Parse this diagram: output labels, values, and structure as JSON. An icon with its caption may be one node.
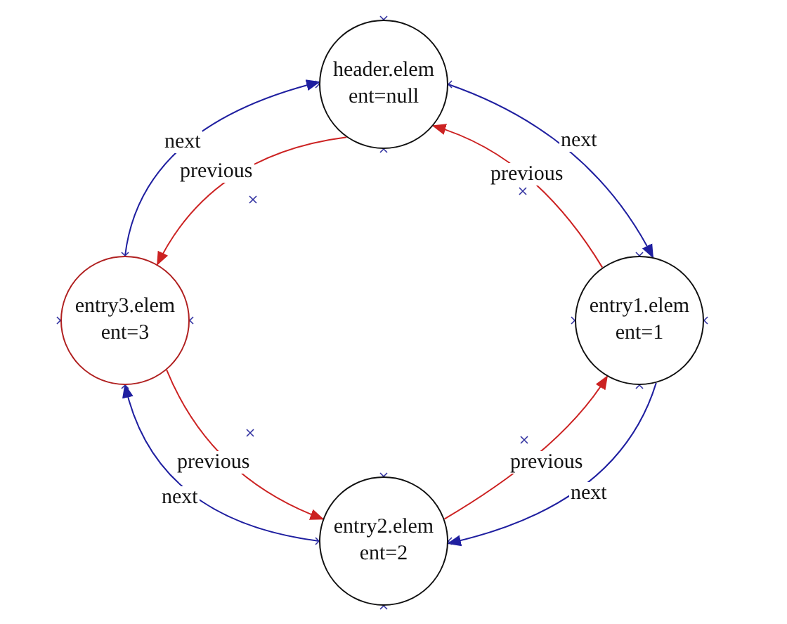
{
  "diagram": {
    "nodes": [
      {
        "text": [
          "header.elem",
          "ent=null"
        ]
      },
      {
        "text": [
          "entry1.elem",
          "ent=1"
        ]
      },
      {
        "text": [
          "entry2.elem",
          "ent=2"
        ]
      },
      {
        "text": [
          "entry3.elem",
          "ent=3"
        ]
      }
    ],
    "edges": [
      {
        "from": 0,
        "to": 1,
        "arrow": "to",
        "label": "next",
        "color": "#1f1fa0"
      },
      {
        "from": 1,
        "to": 0,
        "arrow": "to",
        "label": "previous",
        "color": "#cc2222"
      },
      {
        "from": 1,
        "to": 2,
        "arrow": "to",
        "label": "next",
        "color": "#1f1fa0"
      },
      {
        "from": 2,
        "to": 1,
        "arrow": "to",
        "label": "previous",
        "color": "#cc2222"
      },
      {
        "from": 2,
        "to": 3,
        "arrow": "to",
        "label": "next",
        "color": "#1f1fa0"
      },
      {
        "from": 3,
        "to": 2,
        "arrow": "to",
        "label": "previous",
        "color": "#cc2222"
      },
      {
        "from": 3,
        "to": 0,
        "arrow": "to",
        "label": "next",
        "color": "#1f1fa0"
      },
      {
        "from": 0,
        "to": 3,
        "arrow": "to",
        "label": "previous",
        "color": "#cc2222"
      }
    ]
  }
}
